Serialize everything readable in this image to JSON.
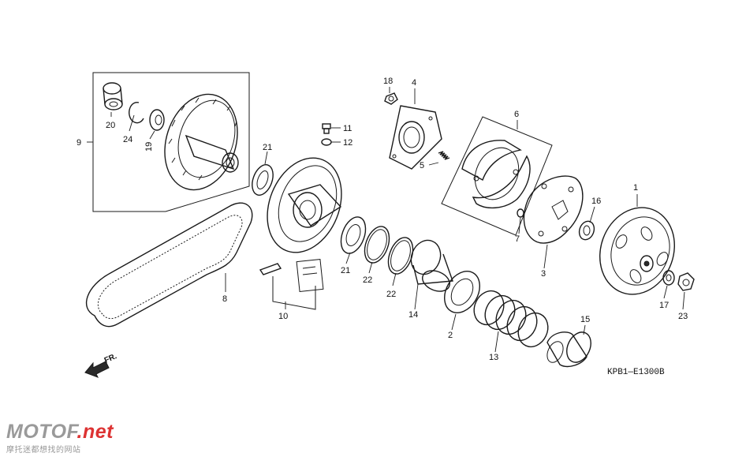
{
  "diagram": {
    "drawing_code": "KPB1—E1300B",
    "direction_label": "FR.",
    "part_labels": {
      "p1": "1",
      "p2": "2",
      "p3": "3",
      "p4": "4",
      "p5": "5",
      "p6": "6",
      "p7": "7",
      "p8": "8",
      "p9": "9",
      "p10": "10",
      "p11": "11",
      "p12": "12",
      "p13": "13",
      "p14": "14",
      "p15": "15",
      "p16": "16",
      "p17": "17",
      "p18": "18",
      "p19": "19",
      "p20": "20",
      "p21a": "21",
      "p21b": "21",
      "p22a": "22",
      "p22b": "22",
      "p23": "23",
      "p24": "24"
    }
  },
  "watermark": {
    "brand_main": "MOTO",
    "brand_accent": "F",
    "brand_suffix": ".net",
    "tagline": "摩托迷都想找的网站"
  }
}
